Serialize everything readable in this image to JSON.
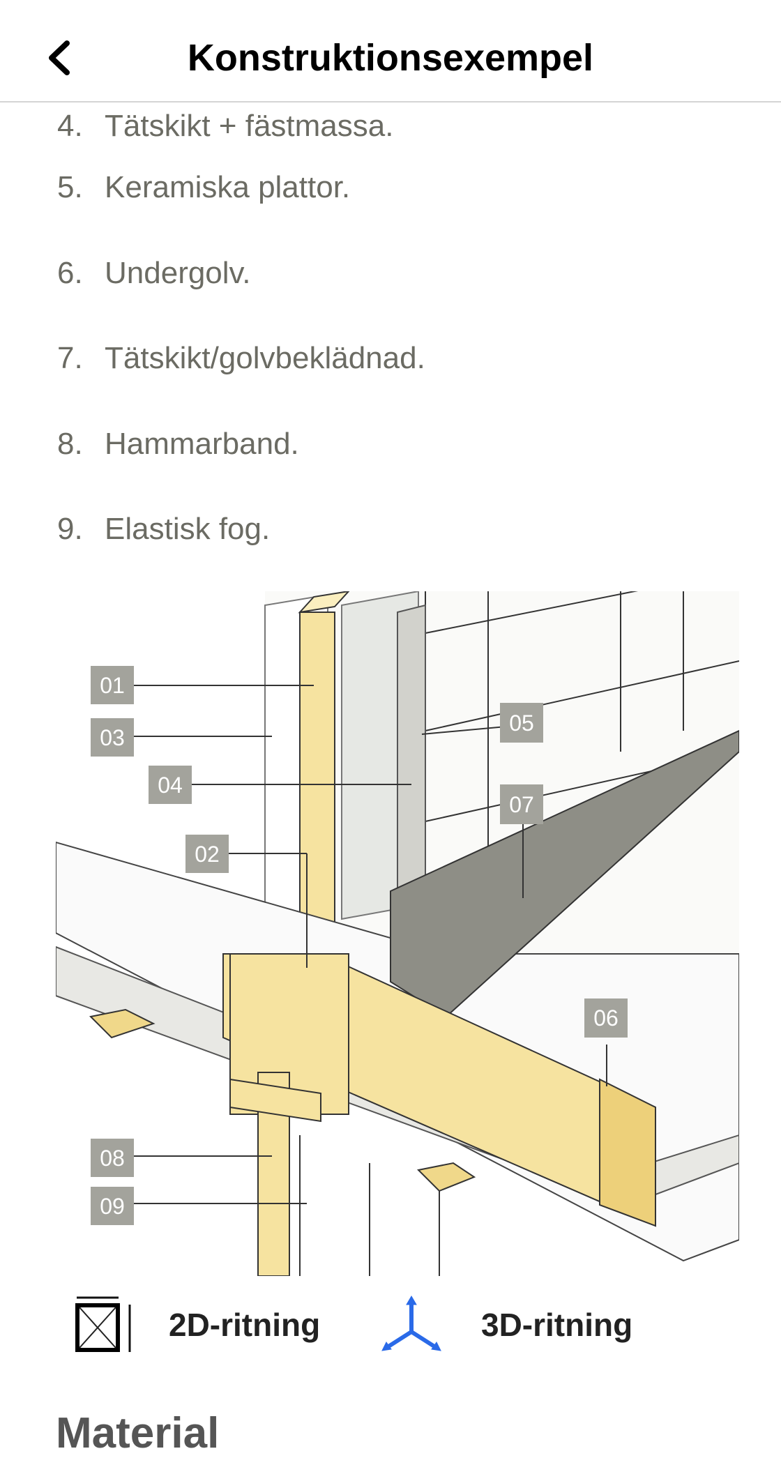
{
  "header": {
    "title": "Konstruktionsexempel"
  },
  "list": [
    {
      "num": "4.",
      "text": "Tätskikt + fästmassa."
    },
    {
      "num": "5.",
      "text": "Keramiska plattor."
    },
    {
      "num": "6.",
      "text": "Undergolv."
    },
    {
      "num": "7.",
      "text": "Tätskikt/golvbeklädnad."
    },
    {
      "num": "8.",
      "text": "Hammarband."
    },
    {
      "num": "9.",
      "text": "Elastisk fog."
    }
  ],
  "illustration": {
    "labels": [
      "01",
      "02",
      "03",
      "04",
      "05",
      "06",
      "07",
      "08",
      "09"
    ]
  },
  "modes": {
    "two_d": "2D-ritning",
    "three_d": "3D-ritning"
  },
  "section_heading": "Material",
  "colors": {
    "wood": "#f6e3a0",
    "membrane": "#8e8e86",
    "label_bg": "#a3a39c",
    "accent_3d": "#2a6ae8"
  }
}
